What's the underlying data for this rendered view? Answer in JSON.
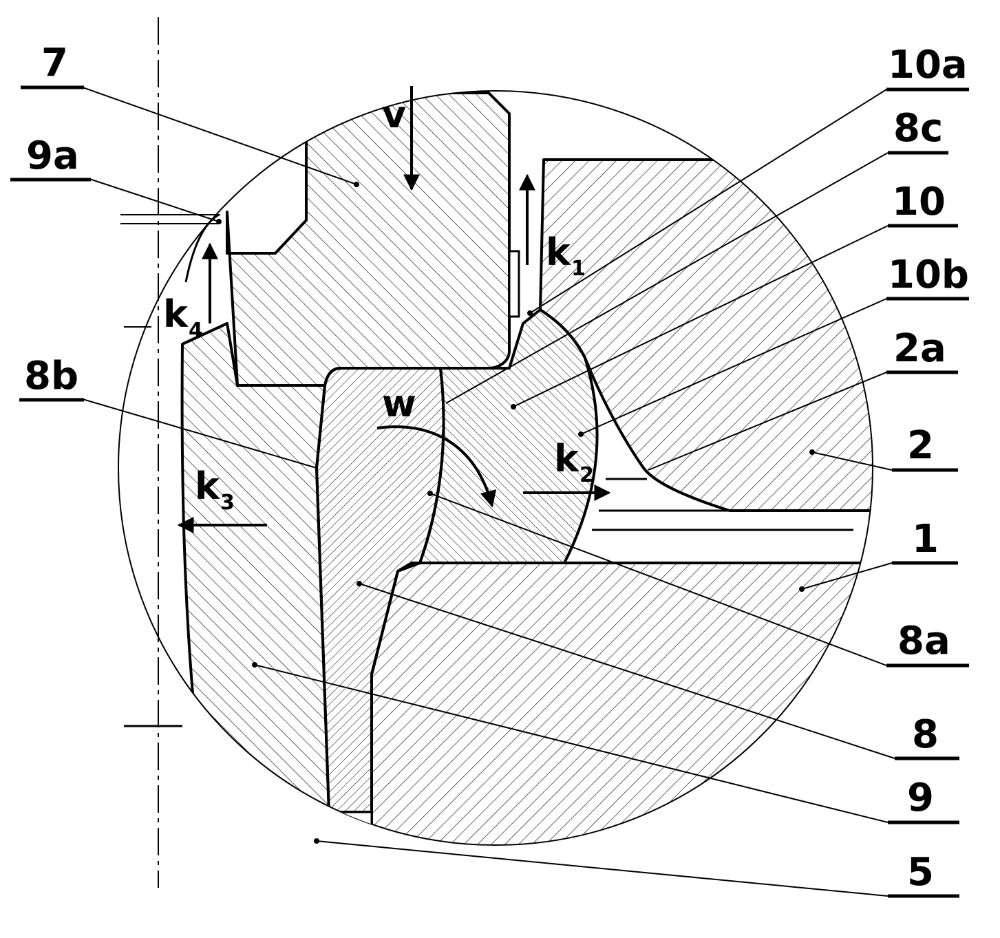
{
  "colors": {
    "ink": "#000000",
    "paper": "#ffffff"
  },
  "labels": {
    "l7": "7",
    "l9a": "9a",
    "l8b": "8b",
    "l10a": "10a",
    "l8c": "8c",
    "l10": "10",
    "l10b": "10b",
    "l2a": "2a",
    "l2": "2",
    "l1": "1",
    "l8a": "8a",
    "l8": "8",
    "l9": "9",
    "l5": "5"
  },
  "motion": {
    "v": "v",
    "w": "w",
    "k": "k",
    "k1": "1",
    "k2": "2",
    "k3": "3",
    "k4": "4"
  }
}
